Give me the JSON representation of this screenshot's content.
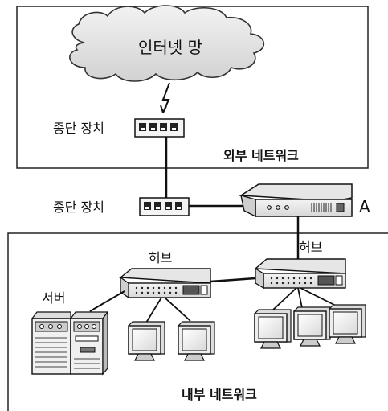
{
  "labels": {
    "internet": "인터넷 망",
    "terminal_top": "종단 장치",
    "terminal_mid": "종단 장치",
    "external_network": "외부 네트워크",
    "internal_network": "내부 네트워크",
    "router_letter": "A",
    "hub_left": "허브",
    "hub_right": "허브",
    "server": "서버"
  }
}
